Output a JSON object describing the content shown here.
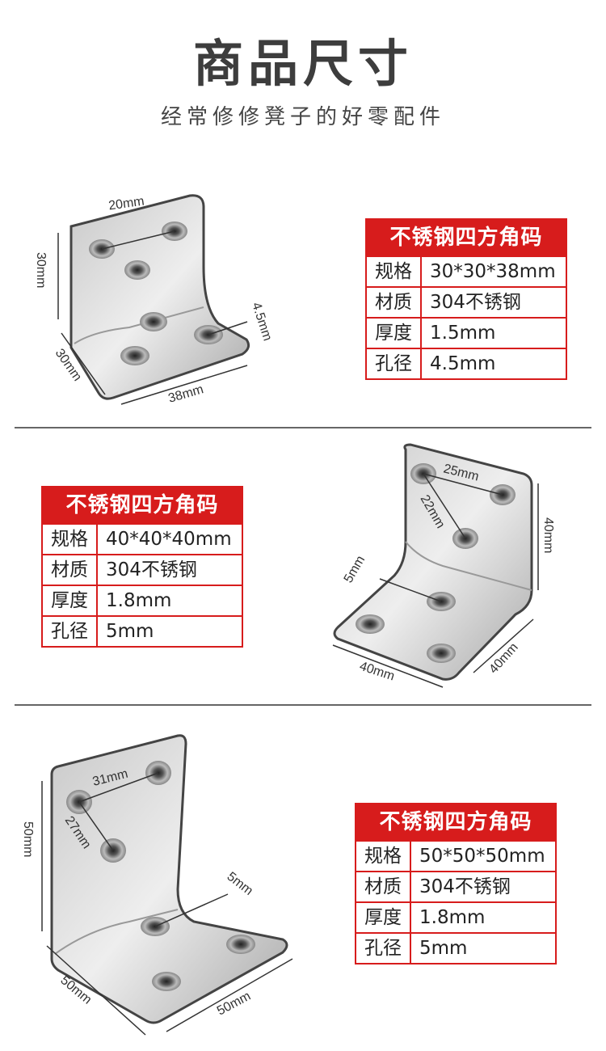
{
  "page": {
    "title": "商品尺寸",
    "subtitle": "经常修修凳子的好零配件"
  },
  "products": [
    {
      "header": "不锈钢四方角码",
      "rows": [
        {
          "key": "规格",
          "value": "30*30*38mm"
        },
        {
          "key": "材质",
          "value": "304不锈钢"
        },
        {
          "key": "厚度",
          "value": "1.5mm"
        },
        {
          "key": "孔径",
          "value": "4.5mm"
        }
      ],
      "dims": {
        "top": "20mm",
        "height": "30mm",
        "depth": "30mm",
        "width": "38mm",
        "hole": "4.5mm"
      }
    },
    {
      "header": "不锈钢四方角码",
      "rows": [
        {
          "key": "规格",
          "value": "40*40*40mm"
        },
        {
          "key": "材质",
          "value": "304不锈钢"
        },
        {
          "key": "厚度",
          "value": "1.8mm"
        },
        {
          "key": "孔径",
          "value": "5mm"
        }
      ],
      "dims": {
        "span": "25mm",
        "diag": "22mm",
        "height": "40mm",
        "hole": "5mm",
        "depth": "40mm",
        "width": "40mm"
      }
    },
    {
      "header": "不锈钢四方角码",
      "rows": [
        {
          "key": "规格",
          "value": "50*50*50mm"
        },
        {
          "key": "材质",
          "value": "304不锈钢"
        },
        {
          "key": "厚度",
          "value": "1.8mm"
        },
        {
          "key": "孔径",
          "value": "5mm"
        }
      ],
      "dims": {
        "span": "31mm",
        "diag": "27mm",
        "height": "50mm",
        "hole": "5mm",
        "depth": "50mm",
        "width": "50mm"
      }
    }
  ]
}
